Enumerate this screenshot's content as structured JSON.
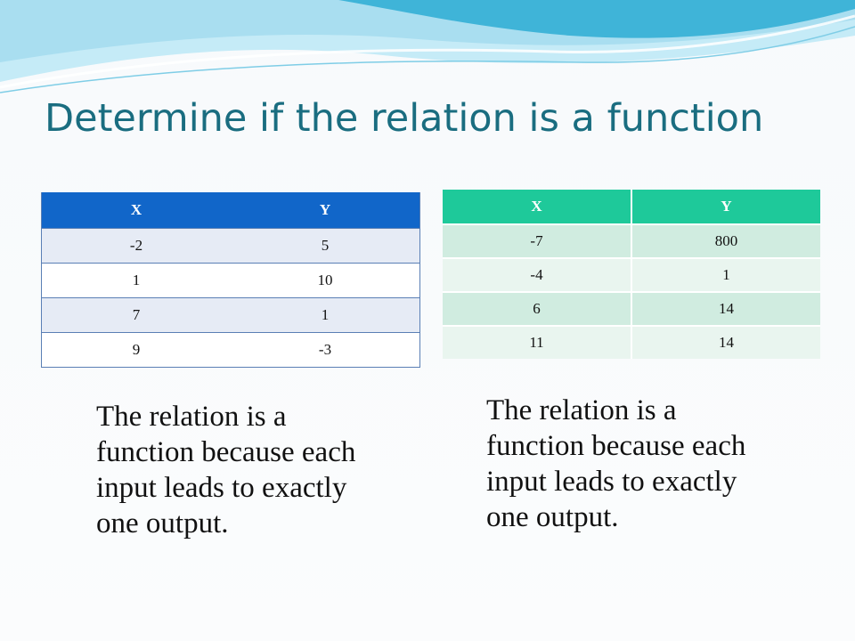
{
  "slide": {
    "title": "Determine if the relation is a function",
    "colors": {
      "title": "#1a6d80",
      "left_header": "#1166c9",
      "right_header": "#1ec99a",
      "wave_light": "#a9def0",
      "wave_dark": "#3fb4d8"
    }
  },
  "table_left": {
    "headers": [
      "X",
      "Y"
    ],
    "rows": [
      [
        "-2",
        "5"
      ],
      [
        "1",
        "10"
      ],
      [
        "7",
        "1"
      ],
      [
        "9",
        "-3"
      ]
    ]
  },
  "table_right": {
    "headers": [
      "X",
      "Y"
    ],
    "rows": [
      [
        "-7",
        "800"
      ],
      [
        "-4",
        "1"
      ],
      [
        "6",
        "14"
      ],
      [
        "11",
        "14"
      ]
    ]
  },
  "explanation_left": "The relation is a function because each input leads to exactly one output.",
  "explanation_right": "The relation is a function because each input leads to exactly one output."
}
